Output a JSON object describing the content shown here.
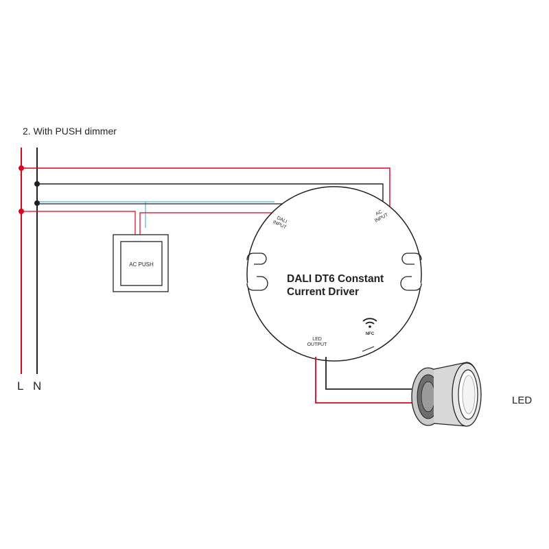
{
  "title": "2. With PUSH dimmer",
  "lines": {
    "live": "L",
    "neutral": "N"
  },
  "push_dimmer": {
    "label": "AC PUSH"
  },
  "driver": {
    "title_line1": "DALI DT6 Constant",
    "title_line2": "Current Driver",
    "dali_input": [
      "DALI",
      "INPUT"
    ],
    "ac_input": [
      "AC",
      "INPUT"
    ],
    "led_output": [
      "LED",
      "OUTPUT"
    ],
    "nfc": "NFC"
  },
  "led": {
    "label": "LED"
  },
  "colors": {
    "live": "#e3001b",
    "neutral": "#231f20",
    "dali": "#4fb3d9",
    "outline": "#231f20"
  }
}
